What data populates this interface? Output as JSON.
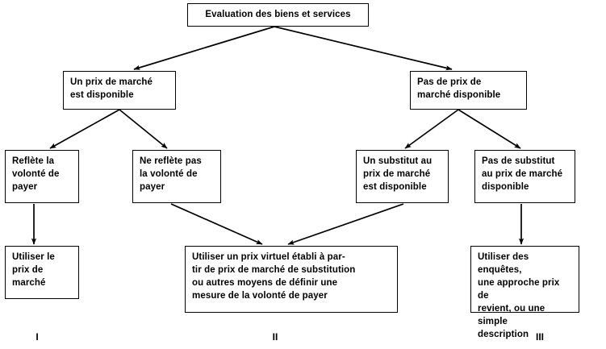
{
  "diagram": {
    "title_node": {
      "label": "Evaluation des biens et services"
    },
    "level2": [
      {
        "label": "Un prix de marché\nest disponible"
      },
      {
        "label": "Pas de prix de\nmarché disponible"
      }
    ],
    "level3": [
      {
        "label": "Reflète la\nvolonté de\npayer"
      },
      {
        "label": "Ne reflète pas\nla volonté de\npayer"
      },
      {
        "label": "Un substitut au\nprix de marché\nest disponible"
      },
      {
        "label": "Pas de substitut\nau prix de marché\ndisponible"
      }
    ],
    "level4": [
      {
        "label": "Utiliser le\nprix de\nmarché"
      },
      {
        "label": "Utiliser un prix virtuel établi à par-\ntir de prix de marché de substitution\nou autres moyens de définir une\nmesure de la volonté de payer"
      },
      {
        "label": "Utiliser des enquêtes,\nune approche prix de\nrevient, ou une simple\ndescription"
      }
    ],
    "numerals": [
      {
        "label": "I"
      },
      {
        "label": "II"
      },
      {
        "label": "III"
      }
    ],
    "colors": {
      "line": "#000000",
      "box_fill": "#ffffff",
      "text": "#000000"
    }
  }
}
